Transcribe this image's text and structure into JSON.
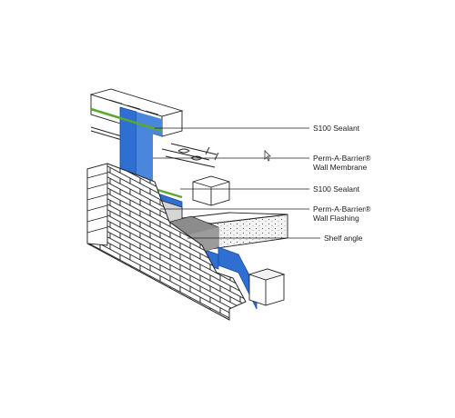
{
  "labels": {
    "s100_sealant_top": "S100 Sealant",
    "wall_membrane_line1": "Perm-A-Barrier®",
    "wall_membrane_line2": "Wall Membrane",
    "s100_sealant_mid": "S100 Sealant",
    "wall_flashing_line1": "Perm-A-Barrier®",
    "wall_flashing_line2": "Wall Flashing",
    "shelf_angle": "Shelf angle"
  },
  "colors": {
    "membrane": "#2e6fd1",
    "sealant_bead": "#5aa832",
    "shelf_angle": "#8c8c8c",
    "flashing_face": "#d6d6d6",
    "linework": "#222222",
    "background": "#ffffff"
  },
  "icons": {
    "cursor": "mouse-pointer-icon"
  }
}
